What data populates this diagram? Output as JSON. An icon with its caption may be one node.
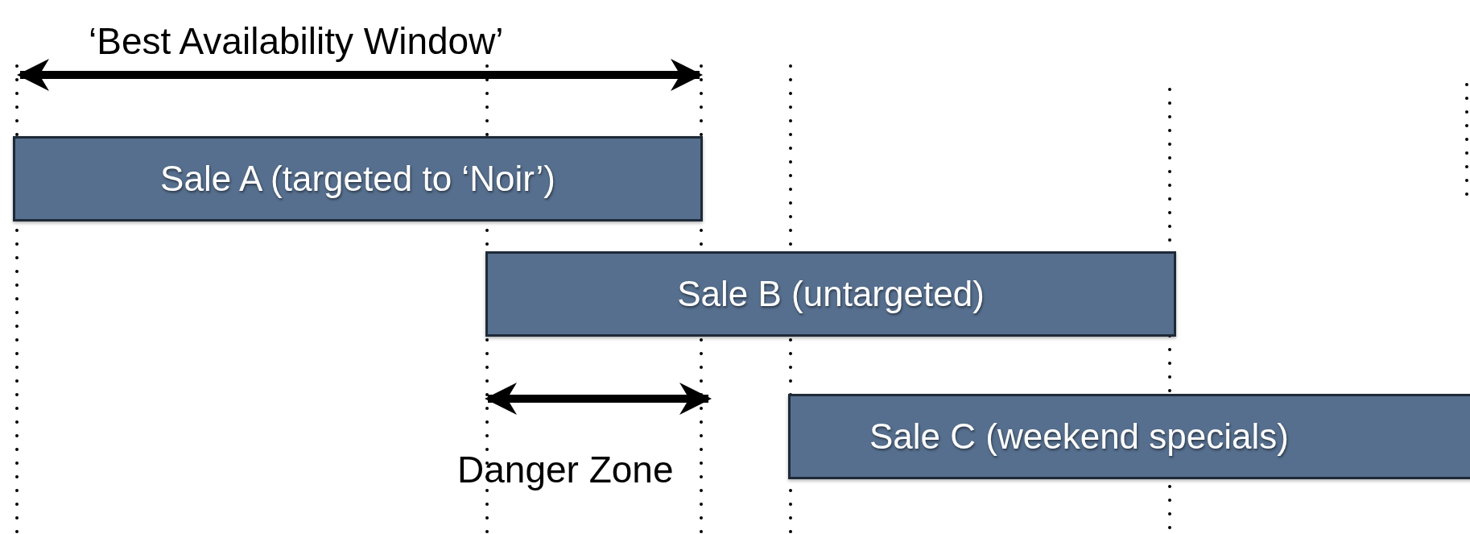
{
  "diagram": {
    "nodes": [
      {
        "text": [
          "Sale A (targeted to ‘Noir’)"
        ]
      },
      {
        "text": [
          "Sale B (untargeted)"
        ]
      },
      {
        "text": [
          "Sale C (weekend specials)"
        ]
      }
    ],
    "labels": [
      "‘Best Availability Window’",
      "Danger Zone"
    ]
  }
}
